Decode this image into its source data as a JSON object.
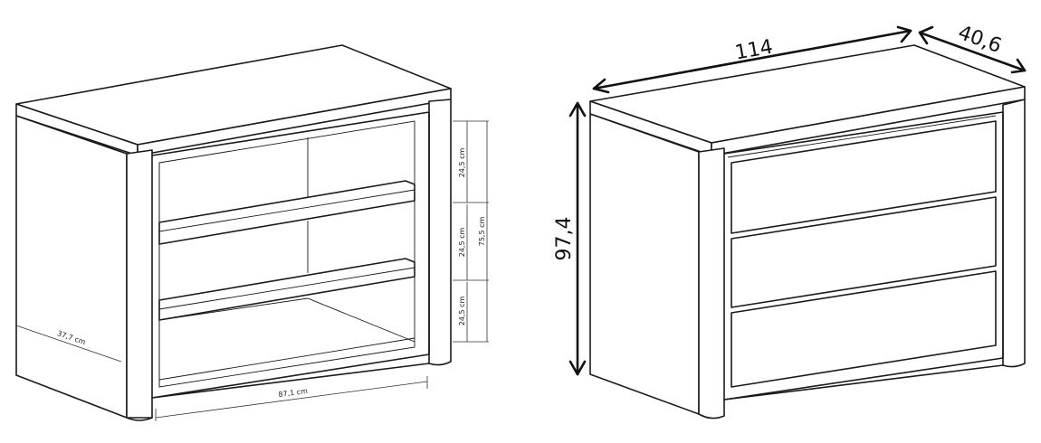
{
  "left_view": {
    "shelf_height_1": "24,5 cm",
    "shelf_height_2": "24,5 cm",
    "shelf_height_3": "24,5 cm",
    "inner_height": "75,5 cm",
    "inner_depth": "37,7 cm",
    "inner_width": "87,1 cm"
  },
  "right_view": {
    "width": "114",
    "depth": "40,6",
    "height": "97,4"
  }
}
